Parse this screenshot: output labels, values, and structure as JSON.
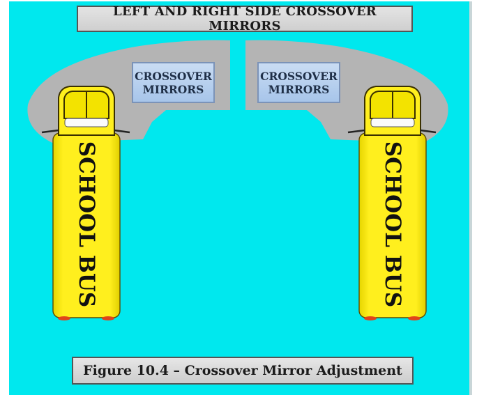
{
  "title": "LEFT AND RIGHT SIDE CROSSOVER MIRRORS",
  "mirror_labels": {
    "left": "CROSSOVER\nMIRRORS",
    "right": "CROSSOVER\nMIRRORS"
  },
  "buses": {
    "left": "SCHOOL BUS",
    "right": "SCHOOL BUS"
  },
  "caption": "Figure 10.4 – Crossover Mirror Adjustment",
  "colors": {
    "background": "#00E8EE",
    "bus_yellow": "#FFEF1E",
    "visibility_zone": "#B4B4B4"
  }
}
